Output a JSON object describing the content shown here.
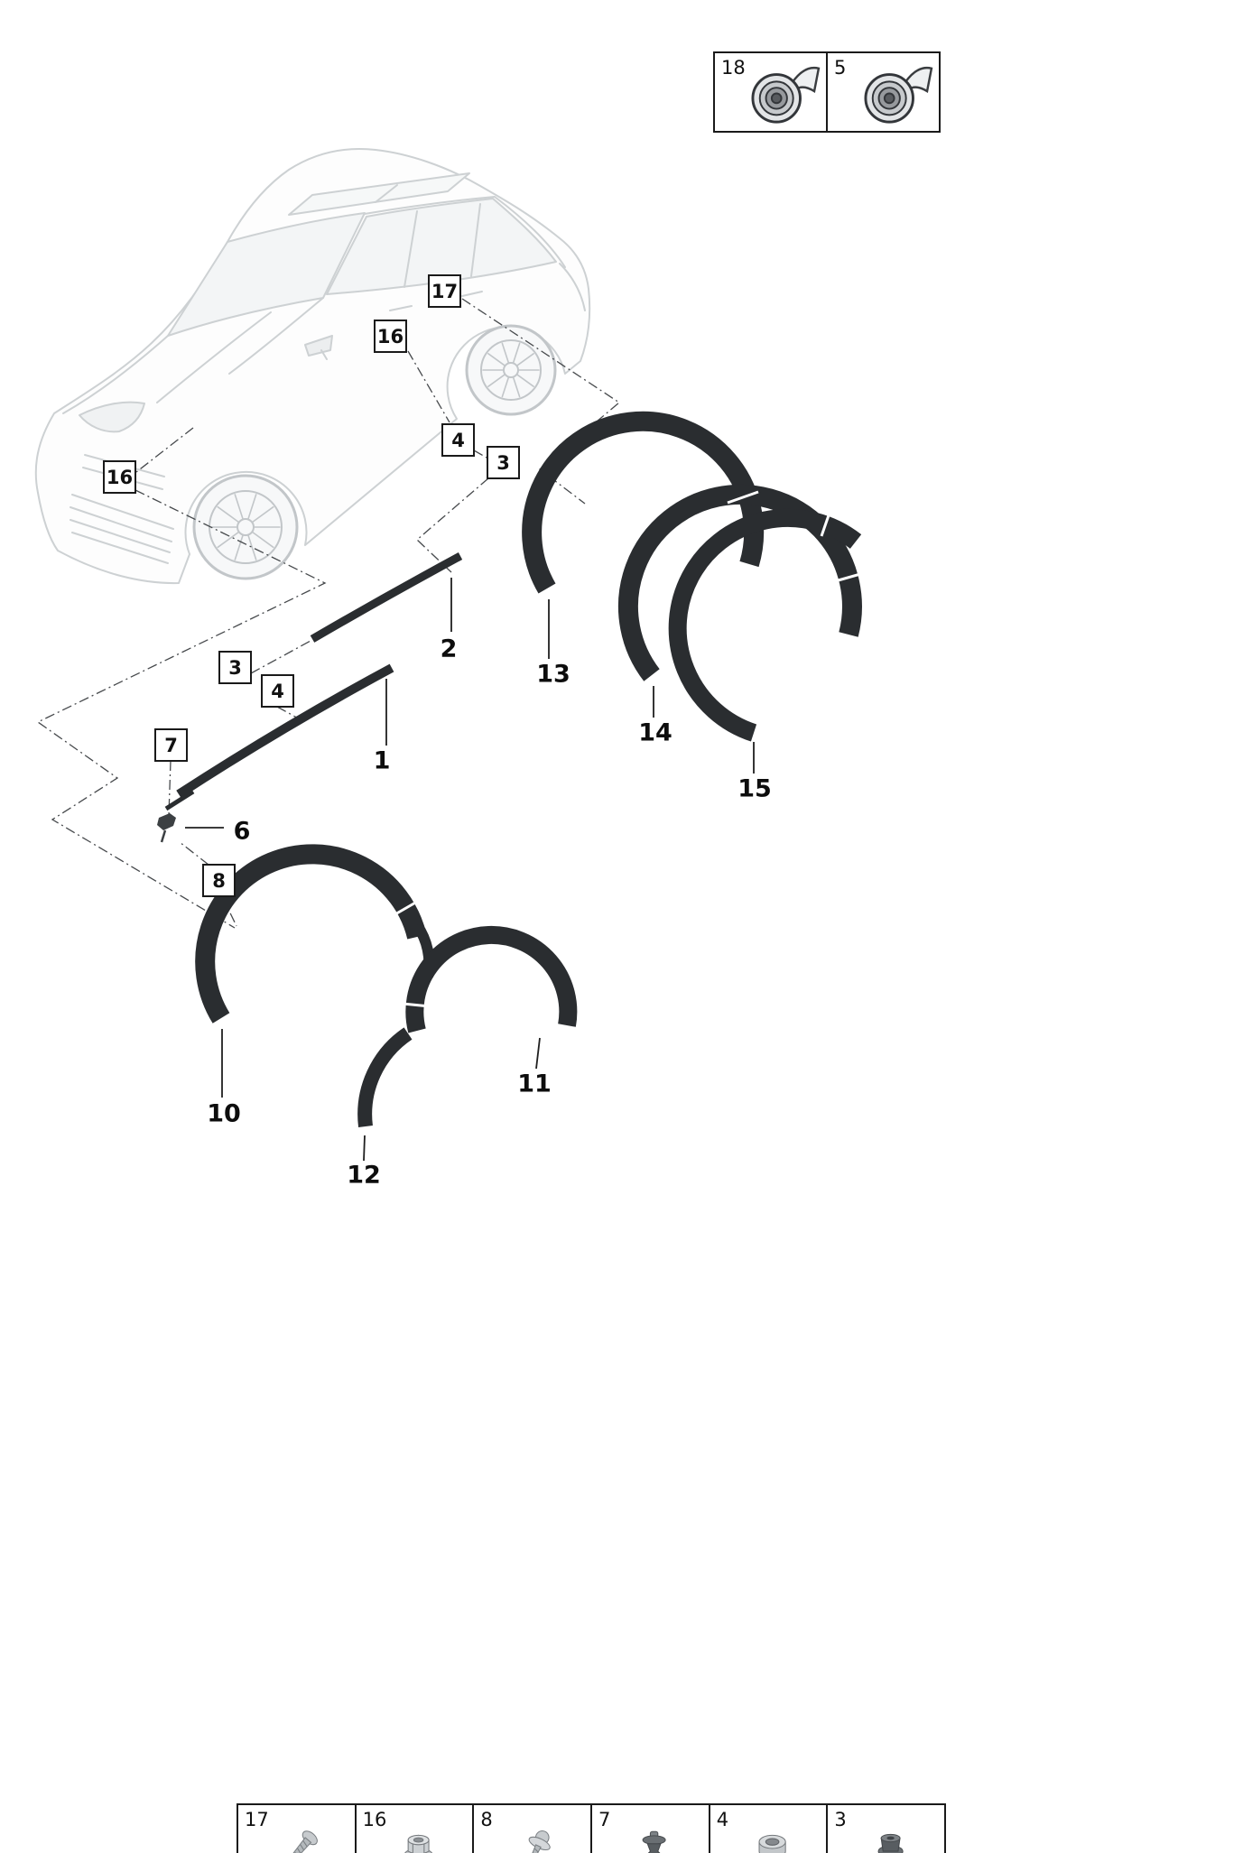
{
  "top_legend": {
    "items": [
      {
        "number": "18",
        "icon": "tape-roll-icon"
      },
      {
        "number": "5",
        "icon": "tape-roll-icon"
      }
    ]
  },
  "callouts": [
    {
      "number": "17"
    },
    {
      "number": "16"
    },
    {
      "number": "4"
    },
    {
      "number": "3"
    },
    {
      "number": "16"
    },
    {
      "number": "3"
    },
    {
      "number": "4"
    },
    {
      "number": "7"
    },
    {
      "number": "8"
    }
  ],
  "part_labels": [
    {
      "number": "1"
    },
    {
      "number": "2"
    },
    {
      "number": "6"
    },
    {
      "number": "10"
    },
    {
      "number": "11"
    },
    {
      "number": "12"
    },
    {
      "number": "13"
    },
    {
      "number": "14"
    },
    {
      "number": "15"
    }
  ],
  "bottom_legend": {
    "items": [
      {
        "number": "17",
        "icon": "tapping-screw-icon"
      },
      {
        "number": "16",
        "icon": "flange-nut-icon"
      },
      {
        "number": "8",
        "icon": "washer-screw-icon"
      },
      {
        "number": "7",
        "icon": "expansion-rivet-icon"
      },
      {
        "number": "4",
        "icon": "grommet-icon"
      },
      {
        "number": "3",
        "icon": "clip-nut-icon"
      }
    ]
  },
  "colors": {
    "part_fill": "#2a2d30",
    "car_line": "#cdd1d3",
    "leader_line": "#1f1f1f",
    "dash_line": "#46494c"
  }
}
